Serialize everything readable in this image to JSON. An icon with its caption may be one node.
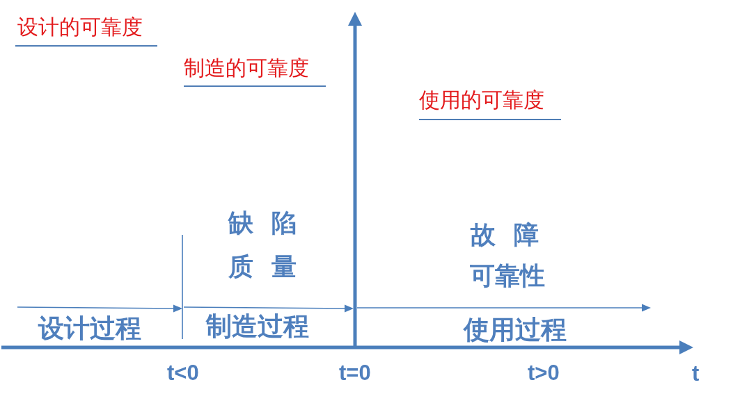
{
  "diagram": {
    "labels": [
      "设计的可靠度",
      "制造的可靠度",
      "使用的可靠度",
      "缺 陷",
      "质 量",
      "故 障",
      "可靠性",
      "设计过程",
      "制造过程",
      "使用过程",
      "t<0",
      "t=0",
      "t>0",
      "t"
    ]
  }
}
